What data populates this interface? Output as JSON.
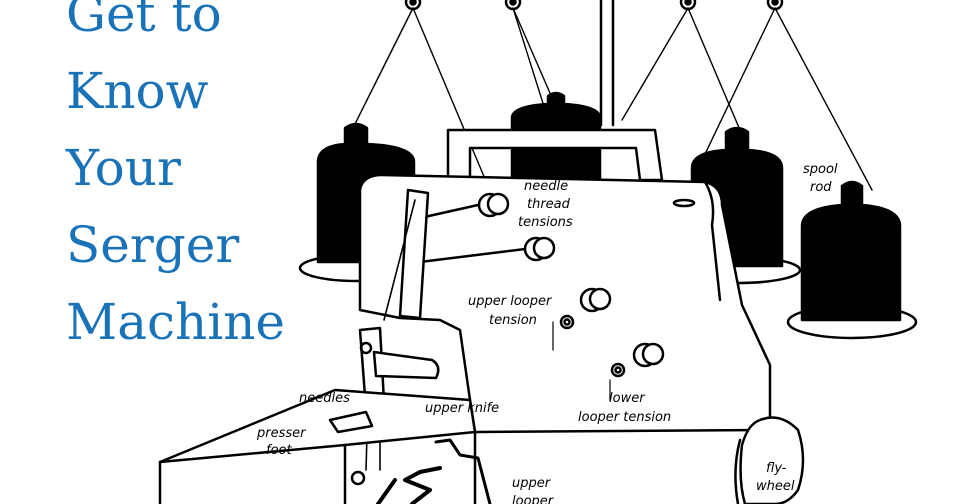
{
  "title": {
    "lines": [
      "Get to",
      "Know",
      "Your",
      "Serger",
      "Machine"
    ],
    "color": "#1a73b8"
  },
  "labels": {
    "needle_thread_tensions": [
      "needle",
      "thread",
      "tensions"
    ],
    "spool_rod": [
      "spool",
      "rod"
    ],
    "upper_looper_tension": [
      "upper looper",
      "tension"
    ],
    "lower_looper_tension": [
      "lower",
      "looper tension"
    ],
    "needles": "needles",
    "upper_knife": "upper knife",
    "presser_foot": [
      "presser",
      "foot"
    ],
    "fly_wheel": [
      "fly-",
      "wheel"
    ],
    "upper_looper": [
      "upper",
      "looper"
    ]
  }
}
